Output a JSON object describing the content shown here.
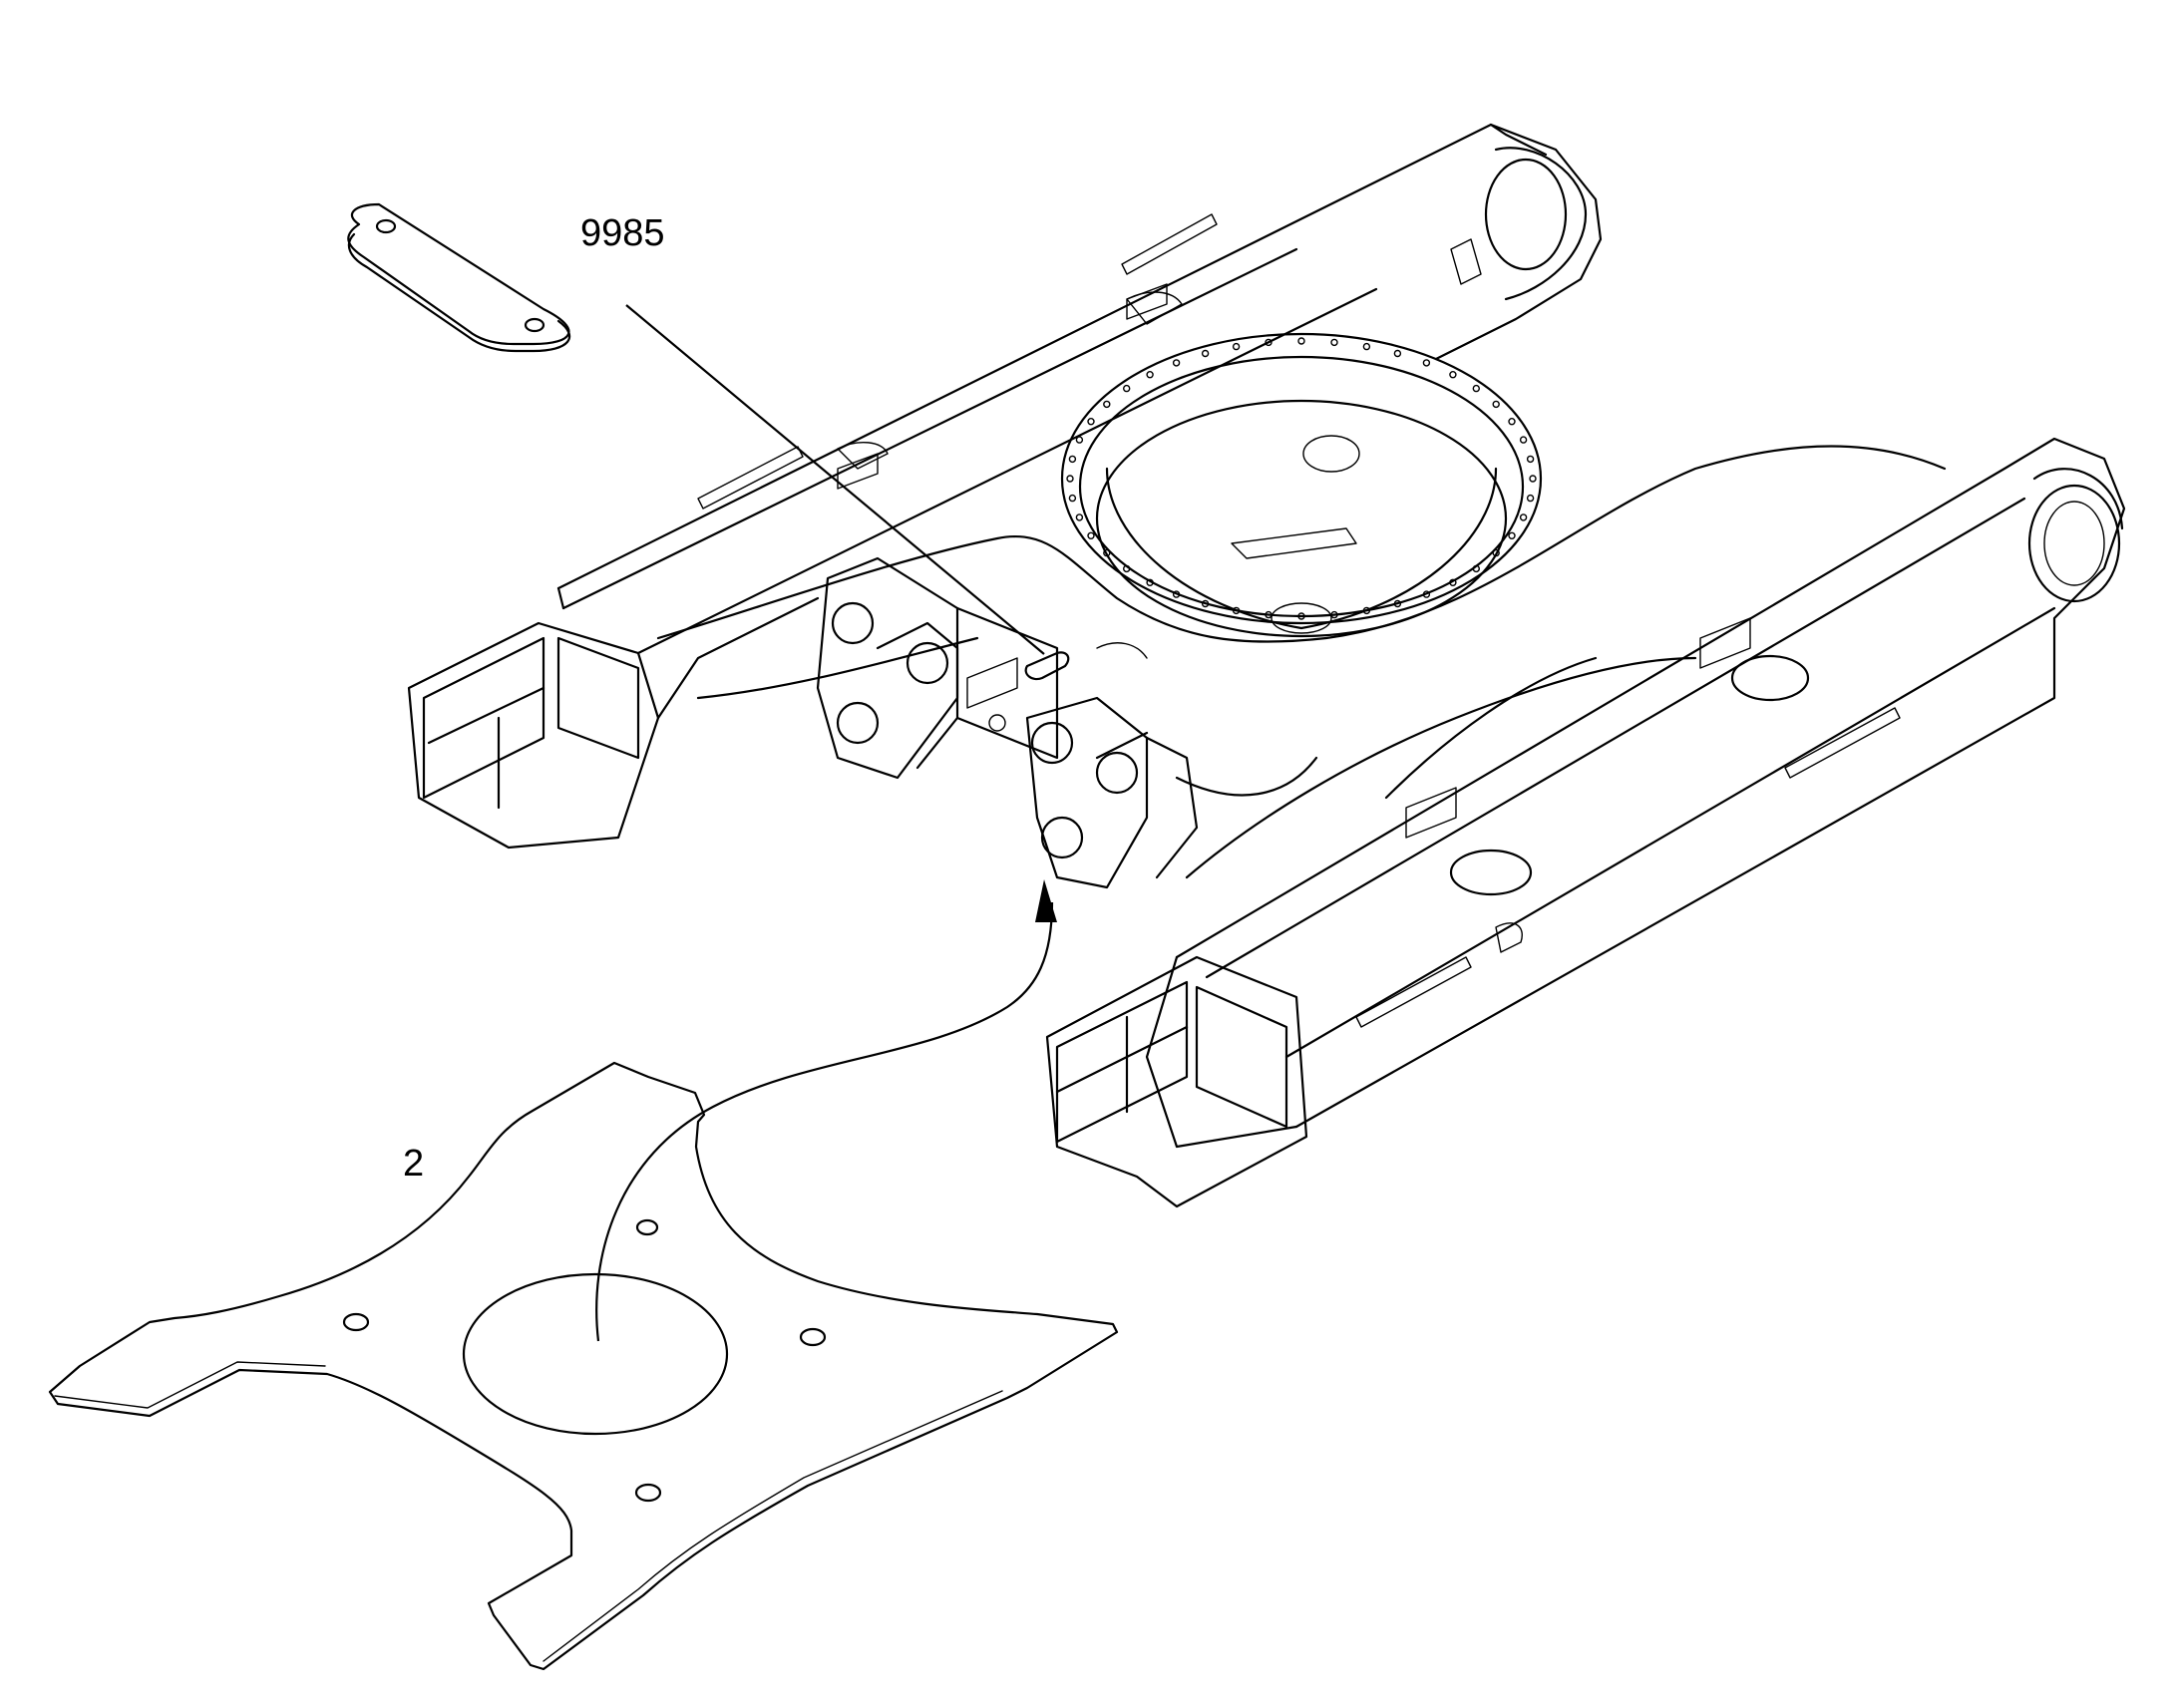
{
  "callouts": [
    {
      "id": "cover-plate",
      "label": "9985"
    },
    {
      "id": "spacer-plate",
      "label": "2"
    }
  ],
  "colors": {
    "line": "#000000",
    "background": "#ffffff"
  }
}
